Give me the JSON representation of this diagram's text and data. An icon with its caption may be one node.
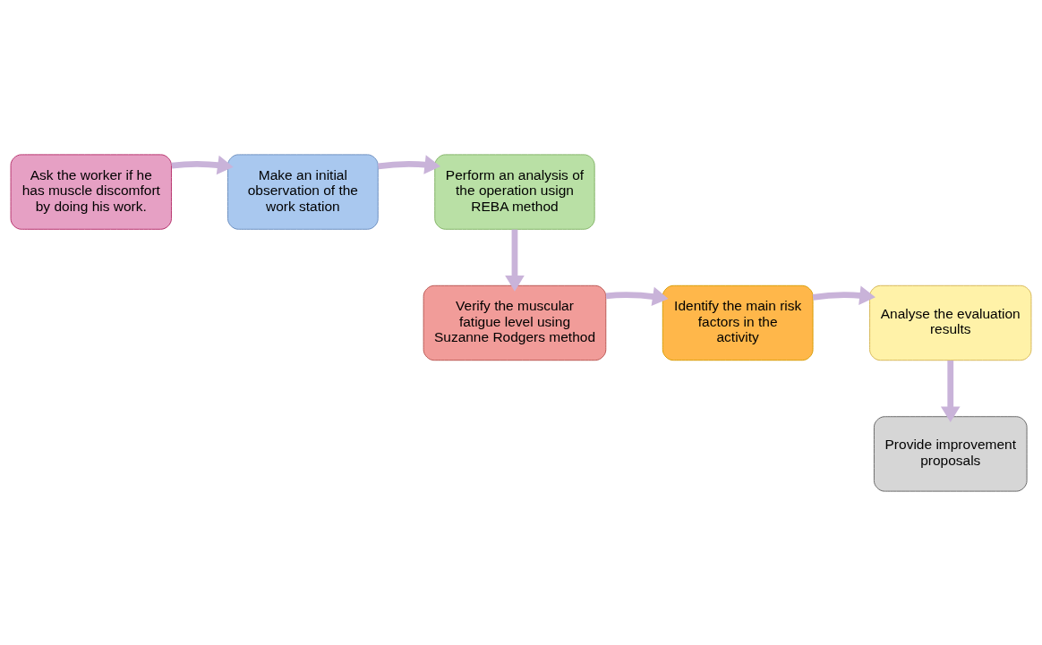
{
  "diagram": {
    "nodes": [
      {
        "text": [
          "Ask the worker if he has muscle discomfort by doing his work."
        ]
      },
      {
        "text": [
          "Make an initial observation of the work station"
        ]
      },
      {
        "text": [
          "Perform an analysis of the operation usign REBA method"
        ]
      },
      {
        "text": [
          "Verify the muscular fatigue level using Suzanne Rodgers method"
        ]
      },
      {
        "text": [
          "Identify the main risk factors in the activity"
        ]
      },
      {
        "text": [
          "Analyse the evaluation results"
        ]
      },
      {
        "text": [
          "Provide improvement proposals"
        ]
      }
    ],
    "edges": [
      {
        "from": 0,
        "to": 1,
        "arrow": "to"
      },
      {
        "from": 1,
        "to": 2,
        "arrow": "to"
      },
      {
        "from": 2,
        "to": 3,
        "arrow": "to"
      },
      {
        "from": 3,
        "to": 4,
        "arrow": "to"
      },
      {
        "from": 4,
        "to": 5,
        "arrow": "to"
      },
      {
        "from": 5,
        "to": 6,
        "arrow": "to"
      }
    ]
  }
}
